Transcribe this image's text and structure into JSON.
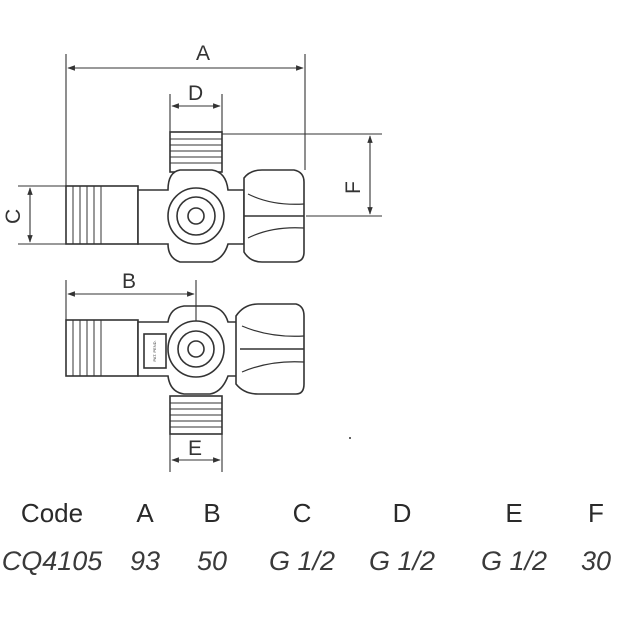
{
  "drawing": {
    "labels": {
      "A": "A",
      "B": "B",
      "C": "C",
      "D": "D",
      "E": "E",
      "F": "F"
    },
    "valve_marking": "PAT. PEND."
  },
  "table": {
    "headers": [
      "Code",
      "A",
      "B",
      "C",
      "D",
      "E",
      "F"
    ],
    "rows": [
      [
        "CQ4105",
        "93",
        "50",
        "G 1/2",
        "G 1/2",
        "G 1/2",
        "30"
      ]
    ]
  }
}
